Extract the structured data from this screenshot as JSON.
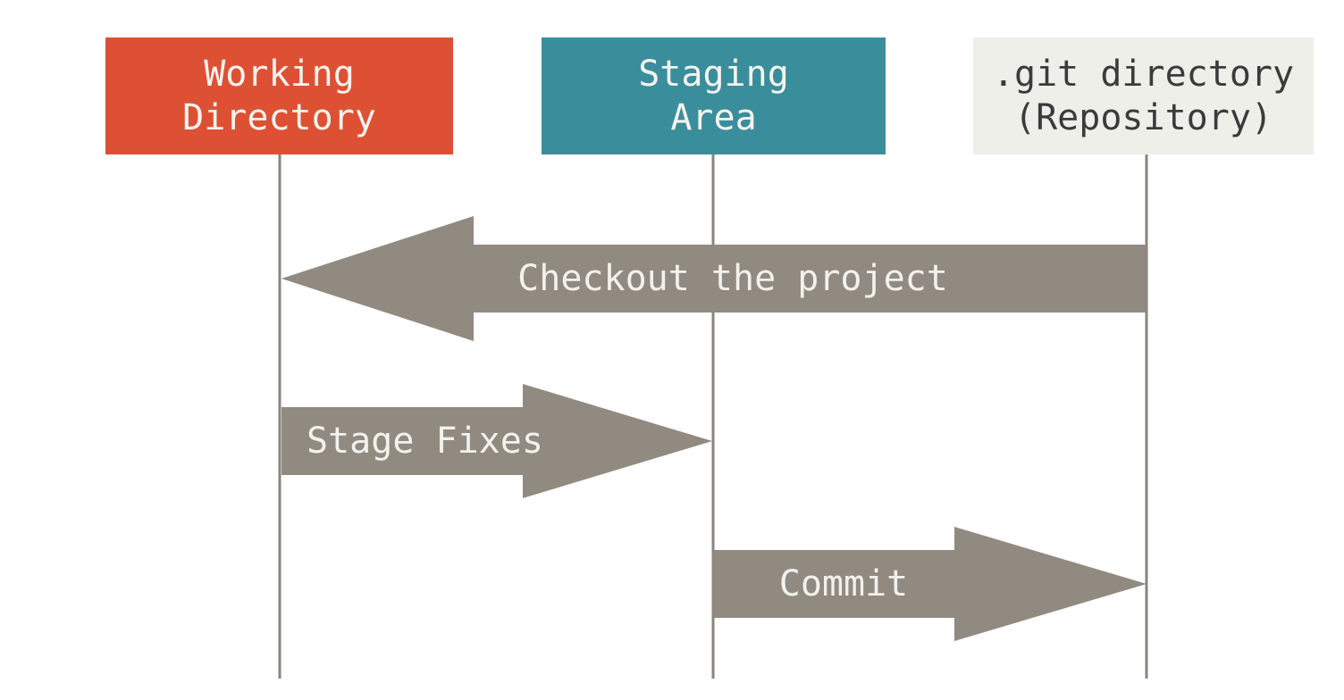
{
  "diagram": {
    "name": "git-areas-sequence-diagram",
    "columns": [
      {
        "id": "working-directory",
        "line1": "Working",
        "line2": "Directory",
        "color": "#de5033",
        "text_color": "#f5f3ee"
      },
      {
        "id": "staging-area",
        "line1": "Staging",
        "line2": "Area",
        "color": "#3a8e9b",
        "text_color": "#f5f3ee"
      },
      {
        "id": "git-directory",
        "line1": ".git directory",
        "line2": "(Repository)",
        "color": "#efefe9",
        "text_color": "#3b3b3b"
      }
    ],
    "arrows": [
      {
        "id": "checkout",
        "label": "Checkout the project",
        "direction": "left",
        "from": "git-directory",
        "to": "working-directory"
      },
      {
        "id": "stage-fixes",
        "label": "Stage Fixes",
        "direction": "right",
        "from": "working-directory",
        "to": "staging-area"
      },
      {
        "id": "commit",
        "label": "Commit",
        "direction": "right",
        "from": "staging-area",
        "to": "git-directory"
      }
    ],
    "colors": {
      "arrow_fill": "#918a81",
      "arrow_label_text": "#f2f1ec",
      "lifeline": "#8a847c",
      "background": "#ffffff"
    }
  }
}
